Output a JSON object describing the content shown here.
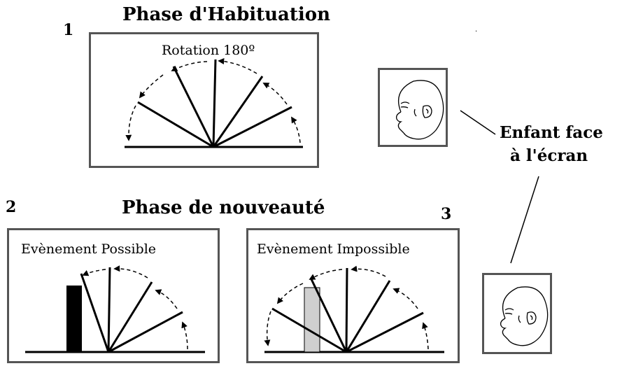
{
  "habituation": {
    "number": "1",
    "title": "Phase d'Habituation",
    "caption": "Rotation 180º"
  },
  "novelty": {
    "title": "Phase de nouveauté",
    "possible": {
      "number": "2",
      "caption": "Evènement Possible"
    },
    "impossible": {
      "number": "3",
      "caption": "Evènement Impossible"
    }
  },
  "child_label": {
    "line1": "Enfant face",
    "line2": "à l'écran"
  },
  "colors": {
    "border": "#555555",
    "block_possible": "#000000",
    "block_impossible": "#cfcfcf"
  }
}
